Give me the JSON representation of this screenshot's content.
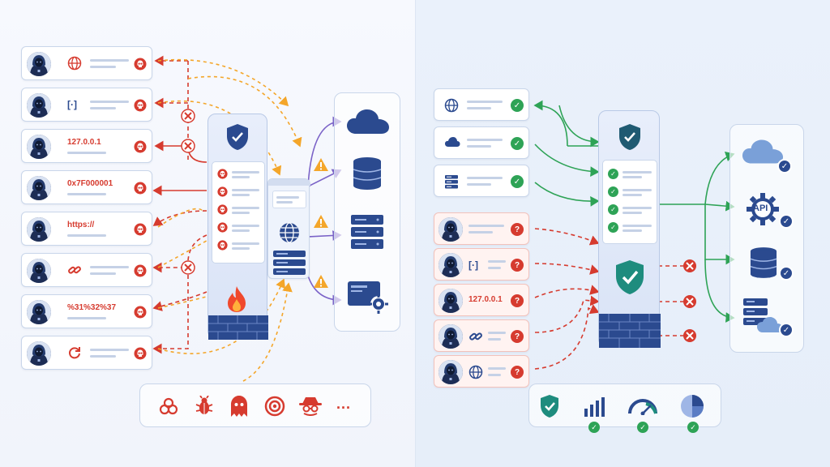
{
  "left_panel": {
    "attack_rows": [
      {
        "icon": "globe-icon",
        "payload": ""
      },
      {
        "icon": "brackets-icon",
        "payload": "[·]"
      },
      {
        "icon": "text",
        "payload": "127.0.0.1"
      },
      {
        "icon": "text",
        "payload": "0x7F000001"
      },
      {
        "icon": "text",
        "payload": "https://"
      },
      {
        "icon": "link-icon",
        "payload": ""
      },
      {
        "icon": "text",
        "payload": "%31%32%37"
      },
      {
        "icon": "refresh-icon",
        "payload": ""
      }
    ],
    "threat_tray": [
      "biohazard-icon",
      "bug-icon",
      "ghost-icon",
      "target-icon",
      "spy-icon",
      "..."
    ]
  },
  "right_panel": {
    "safe_rows": [
      "globe-icon",
      "cloud-icon",
      "server-icon"
    ],
    "blocked_rows": [
      {
        "icon": "",
        "payload": ""
      },
      {
        "icon": "brackets-icon",
        "payload": "[·]"
      },
      {
        "icon": "text",
        "payload": "127.0.0.1"
      },
      {
        "icon": "link-icon",
        "payload": ""
      },
      {
        "icon": "globe-icon",
        "payload": ""
      }
    ],
    "resources": [
      "cloud-icon",
      "API",
      "database-icon",
      "server-cloud-icon"
    ],
    "metrics": [
      "shield-icon",
      "bar-chart-icon",
      "gauge-icon",
      "pie-chart-icon"
    ]
  },
  "colors": {
    "danger": "#d63b2f",
    "safe": "#2ea356",
    "warning": "#f4a62a",
    "route": "#7a62c7",
    "navy": "#2b4a8f"
  }
}
